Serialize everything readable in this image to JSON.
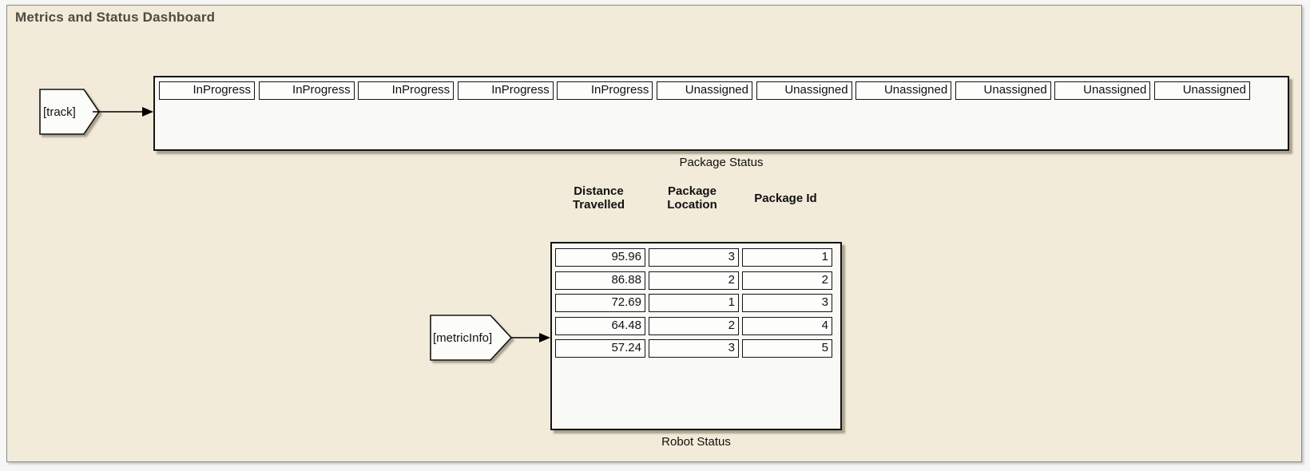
{
  "title": "Metrics and Status Dashboard",
  "tags": {
    "track": {
      "label": "[track]"
    },
    "metric_info": {
      "label": "[metricInfo]"
    }
  },
  "package_status": {
    "caption": "Package Status",
    "cells": [
      "InProgress",
      "InProgress",
      "InProgress",
      "InProgress",
      "InProgress",
      "Unassigned",
      "Unassigned",
      "Unassigned",
      "Unassigned",
      "Unassigned",
      "Unassigned"
    ]
  },
  "robot_status": {
    "caption": "Robot Status",
    "columns": [
      {
        "lines": [
          "Distance",
          "Travelled"
        ]
      },
      {
        "lines": [
          "Package",
          "Location"
        ]
      },
      {
        "lines": [
          "Package Id"
        ]
      }
    ],
    "rows": [
      [
        "95.96",
        "3",
        "1"
      ],
      [
        "86.88",
        "2",
        "2"
      ],
      [
        "72.69",
        "1",
        "3"
      ],
      [
        "64.48",
        "2",
        "4"
      ],
      [
        "57.24",
        "3",
        "5"
      ]
    ]
  },
  "colors": {
    "panel_bg": "#f2ebd9",
    "outer_bg": "#f5f6f5",
    "block_bg": "#f9f9f6",
    "cell_bg": "#fdfdfc",
    "border": "#141414",
    "title_text": "#4e4b40"
  }
}
